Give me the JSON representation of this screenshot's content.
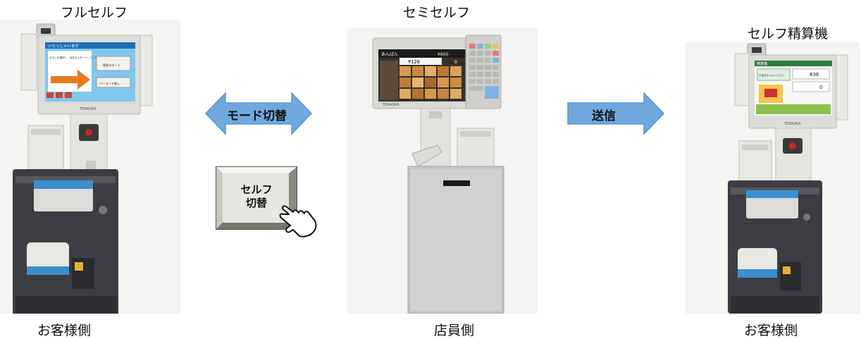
{
  "titles": {
    "full_self": "フルセルフ",
    "semi_self": "セミセルフ",
    "self_checkout": "セルフ精算機"
  },
  "arrows": {
    "mode_switch": "モード切替",
    "send": "送信"
  },
  "switch_button": {
    "line1": "セルフ",
    "line2": "切替"
  },
  "captions": {
    "left": "お客様側",
    "center": "店員側",
    "right": "お客様側"
  },
  "left_screen": {
    "greeting": "いらっしゃいませ",
    "instruction": "ボタンを選択し、会計をスタートしてください",
    "start_button": "登録スタート",
    "barcode_button": "バーコード無し",
    "brand": "TERAOKA"
  },
  "center_screen": {
    "item_name": "あんぱん",
    "price": "¥120",
    "total": "¥600",
    "zero": "0",
    "brand": "TERAOKA"
  },
  "right_screen": {
    "header": "精算機",
    "instruction": "お金をお入れください",
    "amount_due": "836",
    "inserted": "0",
    "brand": "TERAOKA"
  },
  "colors": {
    "arrow_fill": "#6fa8de",
    "arrow_stroke": "#5b95cc",
    "button_face": "#e7e7e1",
    "kiosk_dark": "#3b3d42",
    "kiosk_light": "#e3e4e0",
    "screen_frame": "#d9dad5"
  },
  "icons": [
    "hand-pointer-icon",
    "double-arrow-icon",
    "right-arrow-icon"
  ]
}
